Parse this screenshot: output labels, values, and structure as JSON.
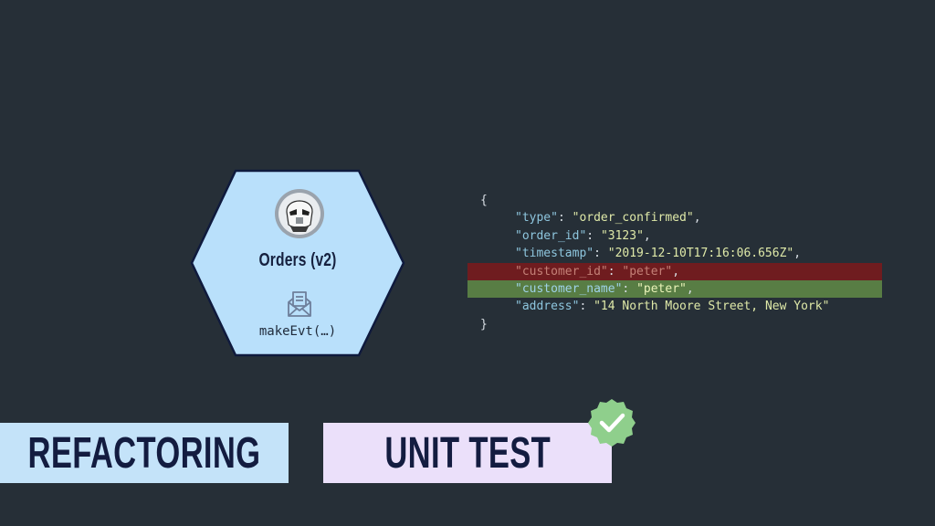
{
  "service": {
    "name": "Orders (v2)",
    "method": "makeEvt(…)",
    "avatar_icon": "stormtrooper-avatar-icon",
    "event_icon": "envelope-icon"
  },
  "event_json": {
    "open_brace": "{",
    "close_brace": "}",
    "lines": [
      {
        "key": "\"type\"",
        "value": "\"order_confirmed\"",
        "trail": ",",
        "status": "unchanged"
      },
      {
        "key": "\"order_id\"",
        "value": "\"3123\"",
        "trail": ",",
        "status": "unchanged"
      },
      {
        "key": "\"timestamp\"",
        "value": "\"2019-12-10T17:16:06.656Z\"",
        "trail": ",",
        "status": "unchanged"
      },
      {
        "key": "\"customer_id\"",
        "value": "\"peter\"",
        "trail": ",",
        "status": "removed"
      },
      {
        "key": "\"customer_name\"",
        "value": "\"peter\"",
        "trail": ",",
        "status": "added"
      },
      {
        "key": "\"address\"",
        "value": "\"14 North Moore Street, New York\"",
        "trail": "",
        "status": "unchanged"
      }
    ]
  },
  "tags": {
    "refactoring": "REFACTORING",
    "unit_test": "UNIT TEST",
    "unit_test_status_icon": "checkmark-badge-icon"
  },
  "colors": {
    "background": "#262f37",
    "hexagon_fill": "#b9e0fb",
    "hexagon_stroke": "#0f1a3d",
    "removed_line": "#6f1c1f",
    "added_line": "#587d44",
    "refactoring_tag": "#c4e3f9",
    "unit_test_tag": "#ebe0fa",
    "check_badge": "#8fcf8c"
  }
}
